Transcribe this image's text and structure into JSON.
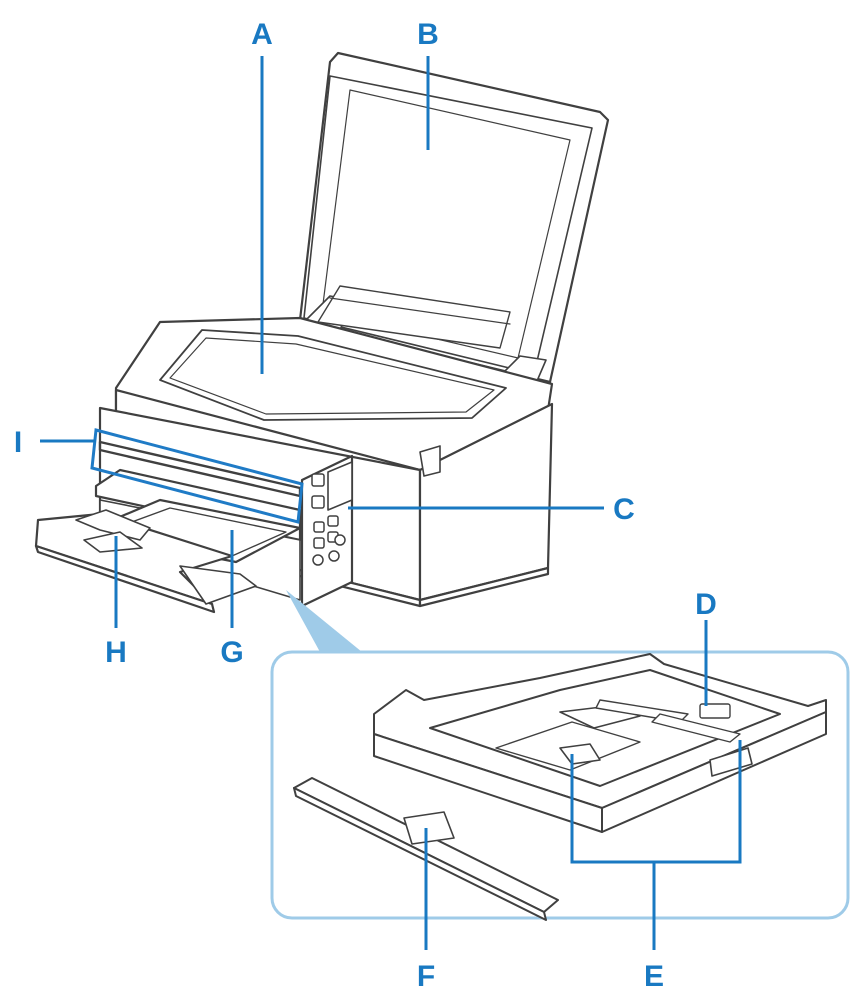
{
  "diagram": {
    "callouts": {
      "A": "A",
      "B": "B",
      "C": "C",
      "D": "D",
      "E": "E",
      "F": "F",
      "G": "G",
      "H": "H",
      "I": "I"
    }
  },
  "colors": {
    "callout": "#1979c2",
    "highlight": "#1f7bc6",
    "inset_border": "#9fcbe8",
    "printer_outline": "#404040"
  }
}
